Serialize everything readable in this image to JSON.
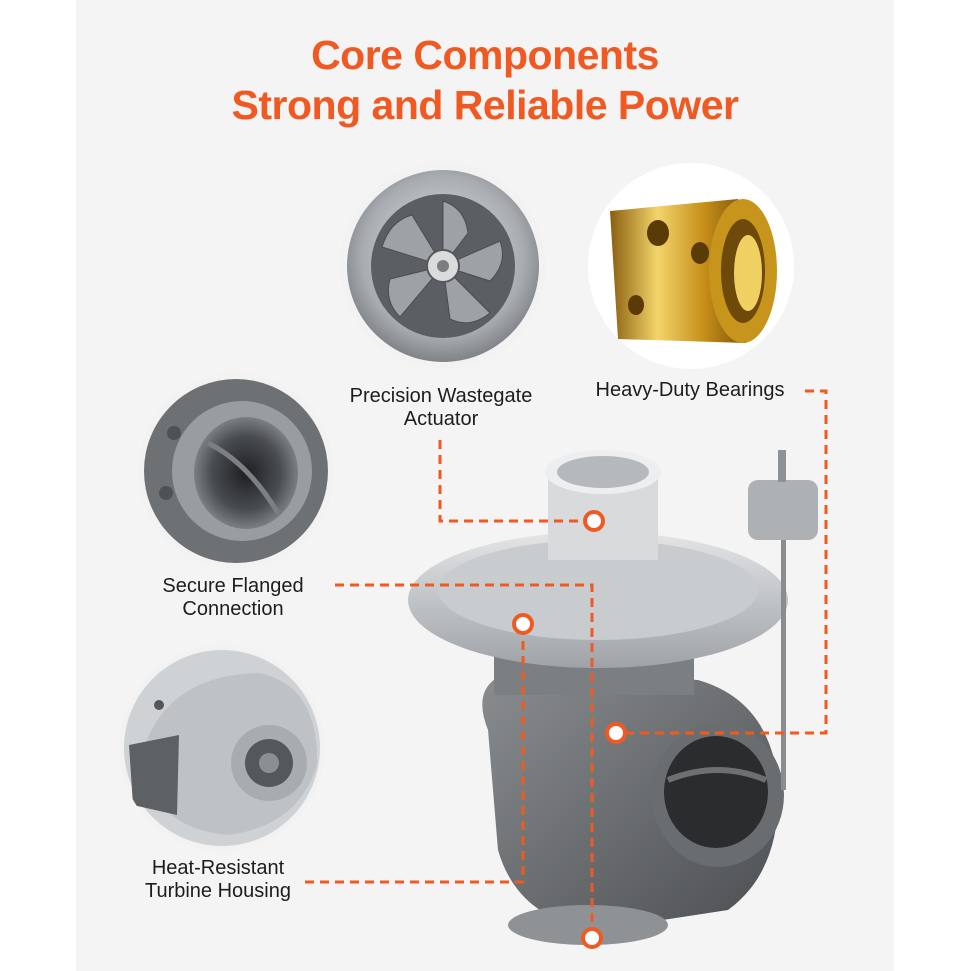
{
  "headline": {
    "line1": "Core Components",
    "line2": "Strong and Reliable Power"
  },
  "callouts": {
    "wastegate": {
      "line1": "Precision Wastegate",
      "line2": "Actuator"
    },
    "bearings": {
      "line1": "Heavy-Duty Bearings"
    },
    "flange": {
      "line1": "Secure Flanged",
      "line2": "Connection"
    },
    "housing": {
      "line1": "Heat-Resistant",
      "line2": "Turbine Housing"
    }
  },
  "colors": {
    "accent": "#f05a22",
    "text": "#1d1d1d",
    "panel": "#f4f4f4",
    "metal": "#b9bcc0",
    "brass": "#d4a11e"
  }
}
